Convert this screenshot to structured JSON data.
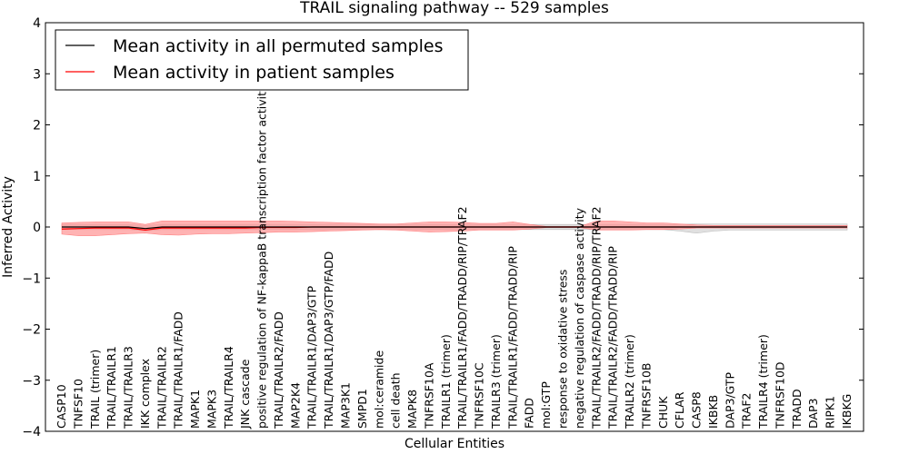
{
  "chart_data": {
    "type": "line",
    "title": "TRAIL signaling pathway -- 529 samples",
    "xlabel": "Cellular Entities",
    "ylabel": "Inferred Activity",
    "ylim": [
      -4,
      4
    ],
    "yticks": [
      -4,
      -3,
      -2,
      -1,
      0,
      1,
      2,
      3,
      4
    ],
    "ytick_labels": [
      "−4",
      "−3",
      "−2",
      "−1",
      "0",
      "1",
      "2",
      "3",
      "4"
    ],
    "grid": false,
    "legend": "top-left",
    "categories": [
      "CASP10",
      "TNFSF10",
      "TRAIL (trimer)",
      "TRAIL/TRAILR1",
      "TRAIL/TRAILR3",
      "IKK complex",
      "TRAIL/TRAILR2",
      "TRAIL/TRAILR1/FADD",
      "MAPK1",
      "MAPK3",
      "TRAIL/TRAILR4",
      "JNK cascade",
      "positive regulation of NF-kappaB transcription factor activity",
      "TRAIL/TRAILR2/FADD",
      "MAP2K4",
      "TRAIL/TRAILR1/DAP3/GTP",
      "TRAIL/TRAILR1/DAP3/GTP/FADD",
      "MAP3K1",
      "SMPD1",
      "mol:ceramide",
      "cell death",
      "MAPK8",
      "TNFRSF10A",
      "TRAILR1 (trimer)",
      "TRAIL/TRAILR1/FADD/TRADD/RIP/TRAF2",
      "TNFRSF10C",
      "TRAILR3 (trimer)",
      "TRAIL/TRAILR1/FADD/TRADD/RIP",
      "FADD",
      "mol:GTP",
      "response to oxidative stress",
      "negative regulation of caspase activity",
      "TRAIL/TRAILR2/FADD/TRADD/RIP/TRAF2",
      "TRAIL/TRAILR2/FADD/TRADD/RIP",
      "TRAILR2 (trimer)",
      "TNFRSF10B",
      "CHUK",
      "CFLAR",
      "CASP8",
      "IKBKB",
      "DAP3/GTP",
      "TRAF2",
      "TRAILR4 (trimer)",
      "TNFRSF10D",
      "TRADD",
      "DAP3",
      "RIPK1",
      "IKBKG"
    ],
    "series": [
      {
        "name": "Mean activity in all permuted samples",
        "color": "#000000",
        "band_color": "#cccccc",
        "values": [
          0,
          0,
          0,
          0,
          0,
          -0.03,
          0,
          0,
          0,
          0,
          0,
          0,
          0,
          0,
          0,
          0,
          0,
          0,
          0,
          0,
          0,
          0,
          0,
          0,
          0,
          0,
          0,
          0,
          0,
          0,
          0,
          0,
          0,
          0,
          0,
          0,
          0,
          0,
          0,
          0,
          0,
          0,
          0,
          0,
          0,
          0,
          0,
          0
        ],
        "upper": [
          0.05,
          0.05,
          0.05,
          0.05,
          0.05,
          0.03,
          0.05,
          0.05,
          0.05,
          0.05,
          0.05,
          0.05,
          0.05,
          0.05,
          0.05,
          0.05,
          0.05,
          0.05,
          0.05,
          0.05,
          0.05,
          0.05,
          0.05,
          0.05,
          0.05,
          0.05,
          0.05,
          0.05,
          0.05,
          0.05,
          0.05,
          0.05,
          0.05,
          0.05,
          0.05,
          0.05,
          0.05,
          0.05,
          0.06,
          0.06,
          0.06,
          0.06,
          0.06,
          0.06,
          0.06,
          0.06,
          0.06,
          0.06
        ],
        "lower": [
          -0.05,
          -0.05,
          -0.05,
          -0.05,
          -0.05,
          -0.08,
          -0.05,
          -0.05,
          -0.05,
          -0.05,
          -0.05,
          -0.05,
          -0.05,
          -0.05,
          -0.05,
          -0.05,
          -0.05,
          -0.05,
          -0.05,
          -0.05,
          -0.05,
          -0.05,
          -0.05,
          -0.05,
          -0.05,
          -0.05,
          -0.05,
          -0.05,
          -0.05,
          -0.05,
          -0.05,
          -0.05,
          -0.05,
          -0.05,
          -0.05,
          -0.05,
          -0.05,
          -0.08,
          -0.12,
          -0.08,
          -0.06,
          -0.06,
          -0.06,
          -0.06,
          -0.06,
          -0.06,
          -0.06,
          -0.06
        ]
      },
      {
        "name": "Mean activity in patient samples",
        "color": "#ff0000",
        "band_color": "#ff9999",
        "values": [
          -0.04,
          -0.03,
          -0.02,
          -0.02,
          -0.02,
          -0.06,
          -0.02,
          -0.02,
          -0.02,
          -0.02,
          -0.02,
          -0.02,
          -0.01,
          -0.01,
          -0.01,
          0,
          0,
          0,
          0,
          0,
          0,
          0,
          0,
          0,
          0,
          0,
          0,
          0,
          0,
          0,
          0,
          0,
          0,
          0,
          0,
          0,
          0,
          0,
          0,
          0,
          0,
          0,
          0,
          0,
          0,
          0,
          0,
          0
        ],
        "upper": [
          0.08,
          0.09,
          0.1,
          0.1,
          0.1,
          0.05,
          0.12,
          0.12,
          0.12,
          0.12,
          0.12,
          0.12,
          0.12,
          0.12,
          0.11,
          0.1,
          0.09,
          0.08,
          0.07,
          0.06,
          0.06,
          0.08,
          0.1,
          0.1,
          0.09,
          0.07,
          0.07,
          0.1,
          0.05,
          0.01,
          0.01,
          0.01,
          0.12,
          0.12,
          0.1,
          0.08,
          0.08,
          0.06,
          0.04,
          0.03,
          0.03,
          0.03,
          0.03,
          0.03,
          0.03,
          0.03,
          0.03,
          0.03
        ],
        "lower": [
          -0.14,
          -0.17,
          -0.17,
          -0.15,
          -0.13,
          -0.12,
          -0.15,
          -0.16,
          -0.14,
          -0.13,
          -0.13,
          -0.12,
          -0.11,
          -0.1,
          -0.1,
          -0.09,
          -0.08,
          -0.07,
          -0.06,
          -0.05,
          -0.06,
          -0.08,
          -0.1,
          -0.09,
          -0.08,
          -0.06,
          -0.06,
          -0.06,
          -0.04,
          -0.01,
          -0.01,
          -0.01,
          -0.06,
          -0.06,
          -0.06,
          -0.05,
          -0.05,
          -0.04,
          -0.02,
          -0.02,
          -0.02,
          -0.02,
          -0.02,
          -0.02,
          -0.02,
          -0.02,
          -0.02,
          -0.02
        ]
      }
    ]
  }
}
